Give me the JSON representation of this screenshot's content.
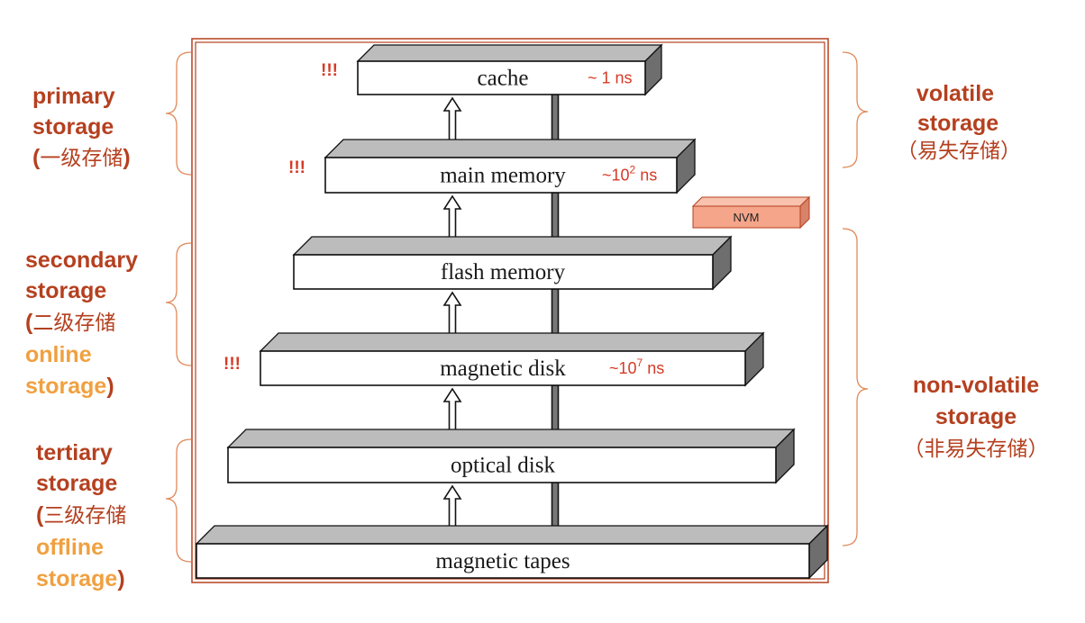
{
  "colors": {
    "accent_dark": "#b5401f",
    "accent_orange": "#f0a040",
    "timing_red": "#d63a26",
    "frame": "#b5401f",
    "nvm_fill": "#f4a58a"
  },
  "levels": [
    {
      "label": "cache",
      "timing": "~ 1 ns",
      "exp": "",
      "bang": "!!!"
    },
    {
      "label": "main memory",
      "timing": "~10",
      "exp": "2",
      "unit": " ns",
      "bang": "!!!"
    },
    {
      "label": "flash memory",
      "timing": "",
      "bang": ""
    },
    {
      "label": "magnetic disk",
      "timing": "~10",
      "exp": "7",
      "unit": " ns",
      "bang": "!!!"
    },
    {
      "label": "optical disk",
      "timing": "",
      "bang": ""
    },
    {
      "label": "magnetic tapes",
      "timing": "",
      "bang": ""
    }
  ],
  "nvm": {
    "label": "NVM"
  },
  "left_groups": {
    "primary": {
      "l1": "primary",
      "l2": "storage",
      "l3_open": "(",
      "l3_cn": "一级存储",
      "l3_close": ")"
    },
    "secondary": {
      "l1": "secondary",
      "l2": "storage",
      "l3_open": "(",
      "l3_cn": "二级存储",
      "l4": "online",
      "l5": "storage",
      "l5_close": ")"
    },
    "tertiary": {
      "l1": "tertiary",
      "l2": "storage",
      "l3_open": "(",
      "l3_cn": "三级存储",
      "l4": "offline",
      "l5": "storage",
      "l5_close": ")"
    }
  },
  "right_groups": {
    "volatile": {
      "l1": "volatile",
      "l2": "storage",
      "l3": "（易失存储）"
    },
    "nonvolatile": {
      "l1": "non-volatile",
      "l2": "storage",
      "l3": "（非易失存储）"
    }
  }
}
